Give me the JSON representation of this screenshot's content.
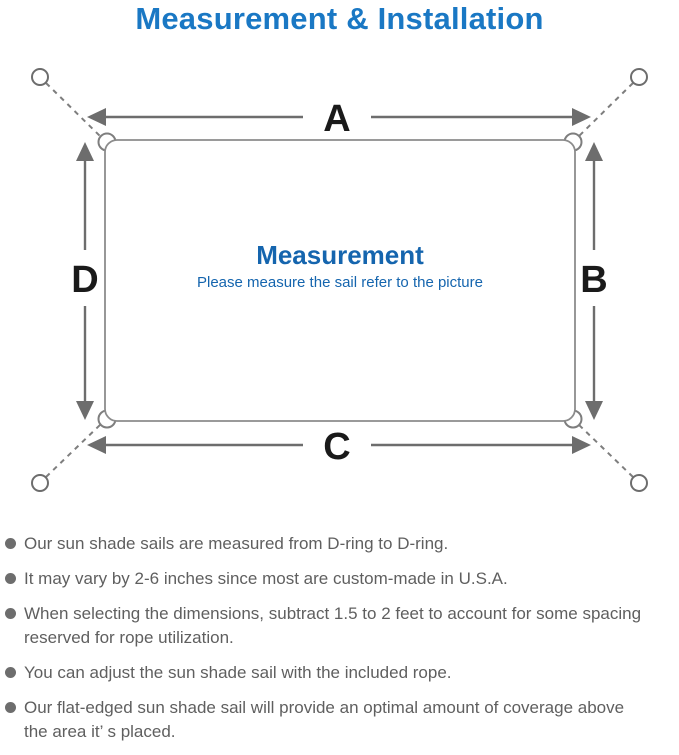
{
  "title": "Measurement & Installation",
  "colors": {
    "title-blue": "#1a78c4",
    "center-blue": "#1565ae",
    "line-gray": "#8c8c8c",
    "arrow-gray": "#6d6d6d",
    "text-gray": "#5f5f5f",
    "label-black": "#1a1a1a"
  },
  "diagram": {
    "labels": {
      "top": "A",
      "right": "B",
      "bottom": "C",
      "left": "D"
    },
    "center_heading": "Measurement",
    "center_subtitle": "Please measure the sail refer to the picture"
  },
  "notes": [
    "Our sun shade sails are measured from D-ring to D-ring.",
    "It may vary by 2-6 inches since most are custom-made in U.S.A.",
    "When selecting the dimensions, subtract 1.5 to 2 feet to account for some spacing\nreserved for rope utilization.",
    "You can adjust the sun shade sail with the included rope.",
    "Our flat-edged sun shade sail will provide an optimal amount of coverage above\nthe area it’ s placed."
  ]
}
